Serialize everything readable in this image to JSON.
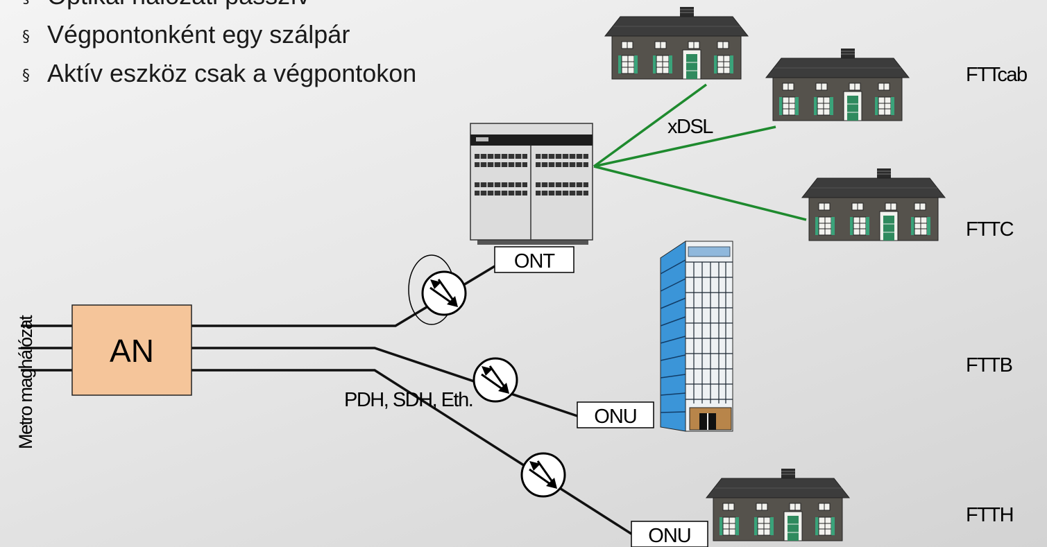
{
  "bullets": [
    "Optikai hálózati passzív",
    "Végpontonként egy szálpár",
    "Aktív eszköz csak a végpontokon"
  ],
  "bullet_marker": "§",
  "nodes": {
    "access_node": "AN",
    "ont": "ONT",
    "onu_building": "ONU",
    "onu_house": "ONU"
  },
  "links": {
    "xdsl": "xDSL",
    "transport": "PDH, SDH, Eth."
  },
  "side_label": "Metro maghálózat",
  "topologies": {
    "fttcab": "FTTcab",
    "fttc": "FTTC",
    "fttb": "FTTB",
    "ftth": "FTTH"
  },
  "colors": {
    "fiber": "#111111",
    "copper": "#1e8a2e",
    "access_node_fill": "#f5c59a",
    "house_wall": "#55524c",
    "house_roof": "#3c3c3c",
    "house_shutter": "#3aa37a",
    "building_glass": "#3b95d8"
  }
}
